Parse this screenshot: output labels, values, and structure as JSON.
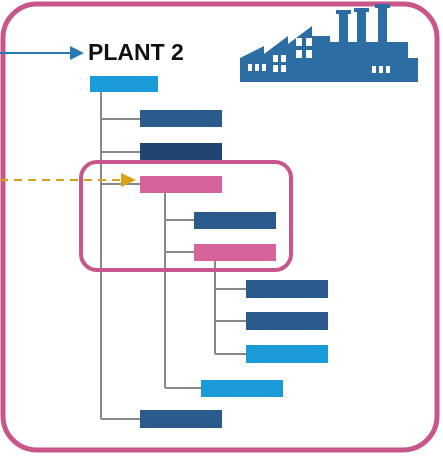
{
  "diagram": {
    "title": "PLANT 2",
    "colors": {
      "frame": "#c9568a",
      "highlight_frame": "#c9568a",
      "connector": "#888888",
      "arrow_blue": "#2a7ab5",
      "arrow_gold": "#d9a21b",
      "factory": "#2c6ea3"
    },
    "nodes": [
      {
        "id": "root",
        "level": 0,
        "color": "#1a9ad6"
      },
      {
        "id": "child-1",
        "level": 1,
        "color": "#2b5a8c"
      },
      {
        "id": "child-2",
        "level": 1,
        "color": "#1e4570"
      },
      {
        "id": "child-3",
        "level": 1,
        "color": "#d6649a",
        "highlighted": true
      },
      {
        "id": "grandchild-1",
        "level": 2,
        "color": "#2b5a8c",
        "highlighted": true
      },
      {
        "id": "grandchild-2",
        "level": 2,
        "color": "#d6649a",
        "highlighted": true
      },
      {
        "id": "great-grandchild-1",
        "level": 3,
        "color": "#2b5a8c"
      },
      {
        "id": "great-grandchild-2",
        "level": 3,
        "color": "#2b5a8c"
      },
      {
        "id": "great-grandchild-3",
        "level": 3,
        "color": "#1a9ad6"
      },
      {
        "id": "grandchild-3",
        "level": 2,
        "color": "#1a9ad6"
      },
      {
        "id": "child-4",
        "level": 1,
        "color": "#2b5a8c"
      }
    ],
    "icon": "factory-icon"
  }
}
